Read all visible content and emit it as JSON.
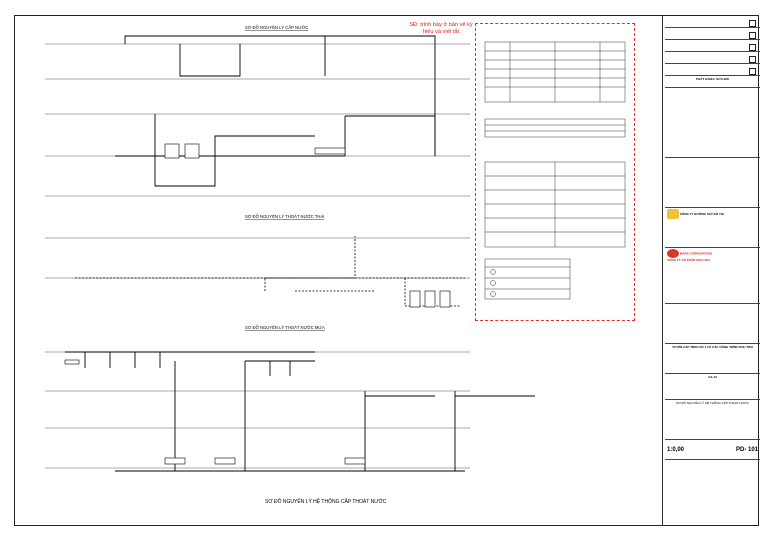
{
  "diagram": {
    "title_supply": "SƠ ĐỒ NGUYÊN LÝ CẤP NƯỚC",
    "title_drain": "SƠ ĐỒ NGUYÊN LÝ THOÁT NƯỚC THẢI",
    "title_rain": "SƠ ĐỒ NGUYÊN LÝ THOÁT NƯỚC MƯA",
    "bottom_title": "SƠ ĐỒ NGUYÊN LÝ HỆ THỐNG CẤP THOÁT NƯỚC",
    "red_note": "SĐ: trình bày ở bản vẽ ký hiệu và viết tắt"
  },
  "title_block": {
    "issue_header": "PHÁT HÀNH / SỬA ĐỔI",
    "owner_company": "CÔNG TY ĐƯỜNG SẮT ĐÔ THỊ",
    "consultant": "MARS CORPORATION",
    "consultant_vn": "CÔNG TY CỔ PHẦN SAO HỎA",
    "project": "TUYẾN CÁP TREO SỐ 1 VÀ CÁC CÔNG TRÌNH PHỤ TRỢ",
    "station": "GA 10",
    "drawing_title": "SƠ ĐỒ NGUYÊN LÝ HỆ THỐNG CẤP THOÁT NƯỚC",
    "scale": "1:0,00",
    "drawing_no": "PD- 101"
  }
}
